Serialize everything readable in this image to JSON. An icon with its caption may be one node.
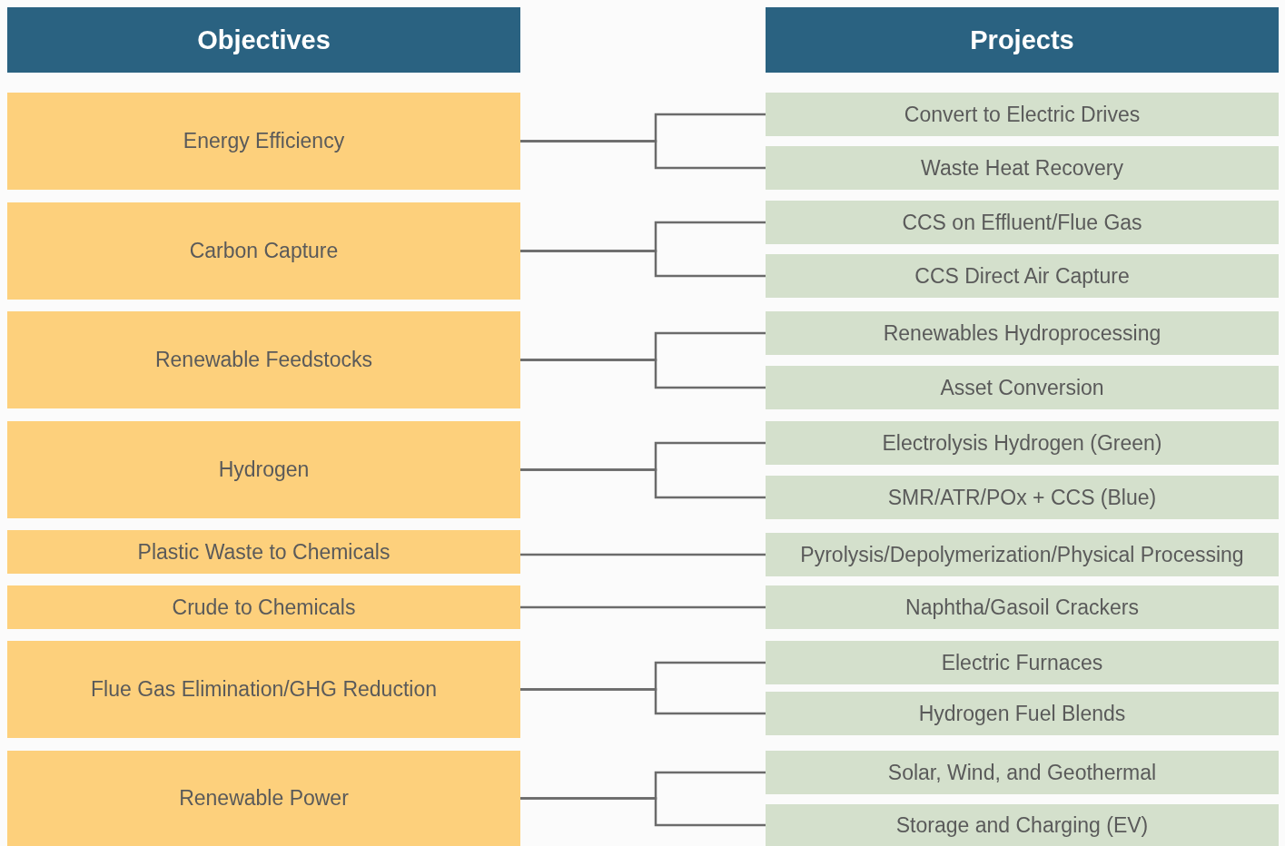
{
  "diagram": {
    "nodes": [
      {
        "text": [
          "Objectives"
        ]
      },
      {
        "text": [
          "Projects"
        ]
      },
      {
        "text": [
          "Energy Efficiency"
        ]
      },
      {
        "text": [
          "Carbon Capture"
        ]
      },
      {
        "text": [
          "Renewable Feedstocks"
        ]
      },
      {
        "text": [
          "Hydrogen"
        ]
      },
      {
        "text": [
          "Plastic Waste to Chemicals"
        ]
      },
      {
        "text": [
          "Crude to Chemicals"
        ]
      },
      {
        "text": [
          "Flue Gas Elimination/GHG Reduction"
        ]
      },
      {
        "text": [
          "Renewable Power"
        ]
      },
      {
        "text": [
          "Convert to Electric Drives"
        ]
      },
      {
        "text": [
          "Waste Heat Recovery"
        ]
      },
      {
        "text": [
          "CCS on Effluent/Flue Gas"
        ]
      },
      {
        "text": [
          "CCS Direct Air Capture"
        ]
      },
      {
        "text": [
          "Renewables Hydroprocessing"
        ]
      },
      {
        "text": [
          "Asset Conversion"
        ]
      },
      {
        "text": [
          "Electrolysis Hydrogen (Green)"
        ]
      },
      {
        "text": [
          "SMR/ATR/POx + CCS (Blue)"
        ]
      },
      {
        "text": [
          "Pyrolysis/Depolymerization/Physical Processing"
        ]
      },
      {
        "text": [
          "Naphtha/Gasoil Crackers"
        ]
      },
      {
        "text": [
          "Electric Furnaces"
        ]
      },
      {
        "text": [
          "Hydrogen Fuel Blends"
        ]
      },
      {
        "text": [
          "Solar, Wind, and Geothermal"
        ]
      },
      {
        "text": [
          "Storage and Charging (EV)"
        ]
      }
    ],
    "edges": [
      {
        "from": 2,
        "to": 10,
        "arrow": "none"
      },
      {
        "from": 2,
        "to": 11,
        "arrow": "none"
      },
      {
        "from": 3,
        "to": 12,
        "arrow": "none"
      },
      {
        "from": 3,
        "to": 13,
        "arrow": "none"
      },
      {
        "from": 4,
        "to": 14,
        "arrow": "none"
      },
      {
        "from": 4,
        "to": 15,
        "arrow": "none"
      },
      {
        "from": 5,
        "to": 16,
        "arrow": "none"
      },
      {
        "from": 5,
        "to": 17,
        "arrow": "none"
      },
      {
        "from": 6,
        "to": 18,
        "arrow": "none"
      },
      {
        "from": 7,
        "to": 19,
        "arrow": "none"
      },
      {
        "from": 8,
        "to": 20,
        "arrow": "none"
      },
      {
        "from": 8,
        "to": 21,
        "arrow": "none"
      },
      {
        "from": 9,
        "to": 22,
        "arrow": "none"
      },
      {
        "from": 9,
        "to": 23,
        "arrow": "none"
      }
    ]
  }
}
